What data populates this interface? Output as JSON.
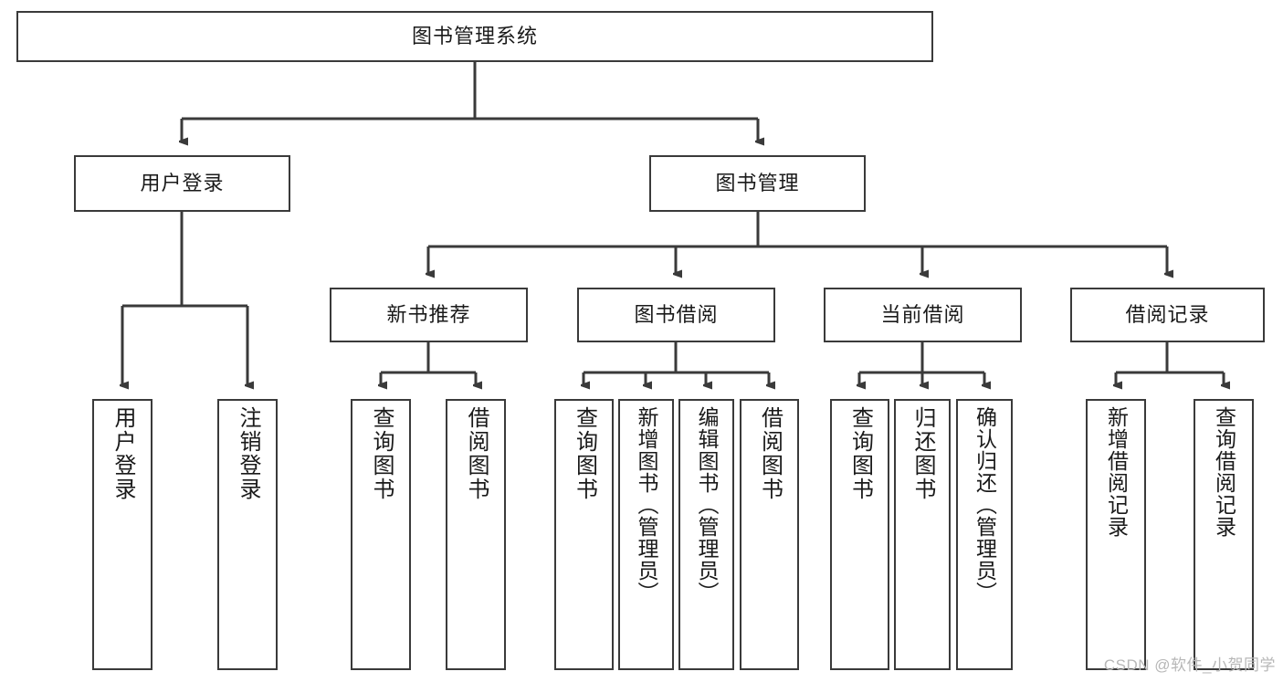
{
  "diagram": {
    "title": "图书管理系统",
    "type": "hierarchy-tree",
    "root": {
      "label": "图书管理系统"
    },
    "level2": [
      {
        "label": "用户登录"
      },
      {
        "label": "图书管理"
      }
    ],
    "level3": [
      {
        "label": "新书推荐"
      },
      {
        "label": "图书借阅"
      },
      {
        "label": "当前借阅"
      },
      {
        "label": "借阅记录"
      }
    ],
    "leaves": {
      "user_login": [
        {
          "label": "用户登录"
        },
        {
          "label": "注销登录"
        }
      ],
      "new_book_recommend": [
        {
          "label": "查询图书"
        },
        {
          "label": "借阅图书"
        }
      ],
      "book_borrow": [
        {
          "label": "查询图书"
        },
        {
          "label": "新增图书（管理员）"
        },
        {
          "label": "编辑图书（管理员）"
        },
        {
          "label": "借阅图书"
        }
      ],
      "current_borrow": [
        {
          "label": "查询图书"
        },
        {
          "label": "归还图书"
        },
        {
          "label": "确认归还（管理员）"
        }
      ],
      "borrow_record": [
        {
          "label": "新增借阅记录"
        },
        {
          "label": "查询借阅记录"
        }
      ]
    }
  },
  "watermark": {
    "text": "CSDN @软件_小贺同学"
  },
  "colors": {
    "box_border": "#3a3a3a",
    "box_fill": "#ffffff",
    "edge": "#3a3a3a",
    "text": "#1a1a1a",
    "watermark": "#b7b7b7"
  }
}
